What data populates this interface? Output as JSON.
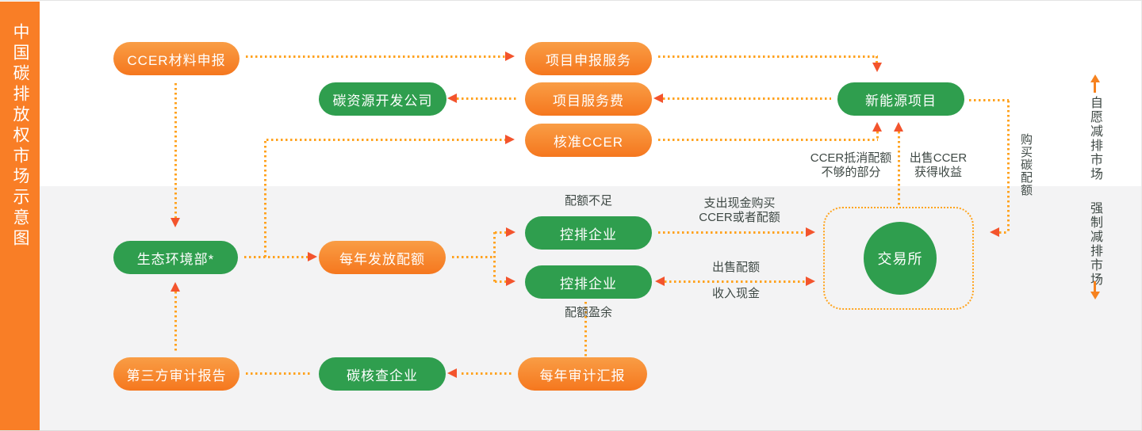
{
  "sidebar": {
    "title": "中国碳排放权市场示意图"
  },
  "markets": {
    "voluntary": {
      "label": "自愿减排市场"
    },
    "mandatory": {
      "label": "强制减排市场"
    }
  },
  "nodes": {
    "ccer_material": {
      "label": "CCER材料申报",
      "color": "orange"
    },
    "project_apply_service": {
      "label": "项目申报服务",
      "color": "orange"
    },
    "carbon_resource_dev": {
      "label": "碳资源开发公司",
      "color": "green"
    },
    "project_service_fee": {
      "label": "项目服务费",
      "color": "orange"
    },
    "new_energy_project": {
      "label": "新能源项目",
      "color": "green"
    },
    "approved_ccer": {
      "label": "核准CCER",
      "color": "orange"
    },
    "ministry_ecology": {
      "label": "生态环境部*",
      "color": "green"
    },
    "annual_quota_issue": {
      "label": "每年发放配额",
      "color": "orange"
    },
    "controlled_enterprise_shortage": {
      "label": "控排企业",
      "color": "green"
    },
    "controlled_enterprise_surplus": {
      "label": "控排企业",
      "color": "green"
    },
    "third_party_audit_report": {
      "label": "第三方审计报告",
      "color": "orange"
    },
    "carbon_verification_company": {
      "label": "碳核查企业",
      "color": "green"
    },
    "annual_audit_report": {
      "label": "每年审计汇报",
      "color": "orange"
    },
    "exchange": {
      "label": "交易所",
      "color": "green"
    }
  },
  "annotations": {
    "quota_shortage": "配额不足",
    "quota_surplus": "配额盈余",
    "pay_cash_line1": "支出现金购买",
    "pay_cash_line2": "CCER或者配额",
    "sell_quota": "出售配额",
    "income_cash": "收入现金",
    "ccer_offset_line1": "CCER抵消配额",
    "ccer_offset_line2": "不够的部分",
    "sell_ccer_line1": "出售CCER",
    "sell_ccer_line2": "获得收益",
    "buy_carbon_quota": "购买碳配额"
  },
  "colors": {
    "sidebar_orange": "#f97e26",
    "pill_orange": "#f5771e",
    "pill_green": "#2f9e4e",
    "dot_line": "#ffa21e",
    "arrow_head": "#f3542d",
    "market_arrow": "#f6821f",
    "section_bg": "#f3f3f4",
    "label_text": "#3f4945"
  }
}
